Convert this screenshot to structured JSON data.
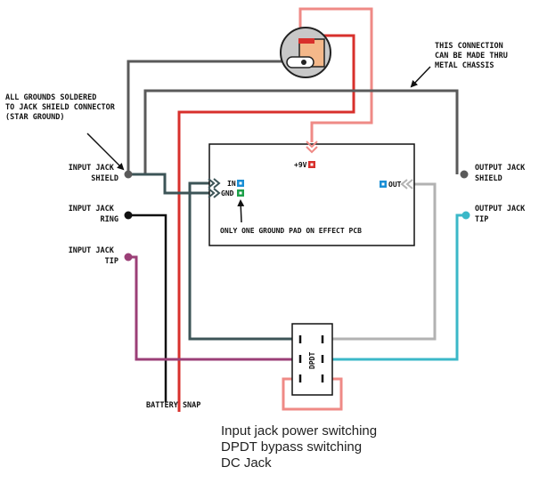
{
  "notes": {
    "all_grounds": [
      "ALL GROUNDS SOLDERED",
      "TO JACK SHIELD CONNECTOR",
      "(STAR GROUND)"
    ],
    "chassis": [
      "THIS CONNECTION",
      "CAN BE MADE THRU",
      "METAL CHASSIS"
    ],
    "ground_pad": "ONLY ONE GROUND PAD ON EFFECT PCB"
  },
  "input_jack": {
    "shield": [
      "INPUT JACK",
      "SHIELD"
    ],
    "ring": [
      "INPUT JACK",
      "RING"
    ],
    "tip": [
      "INPUT JACK",
      "TIP"
    ]
  },
  "output_jack": {
    "shield": [
      "OUTPUT JACK",
      "SHIELD"
    ],
    "tip": [
      "OUTPUT JACK",
      "TIP"
    ]
  },
  "pcb": {
    "power_label": "+9V",
    "in_label": "IN",
    "gnd_label": "GND",
    "out_label": "OUT"
  },
  "switch_label": "DPDT",
  "battery_label": "BATTERY SNAP",
  "caption": [
    "Input jack power switching",
    "DPDT bypass switching",
    "DC Jack"
  ],
  "colors": {
    "ground": "#5a5a5a",
    "battery_red": "#d8302c",
    "dc_pink": "#ef8a86",
    "input_tip": "#9b3f77",
    "output_tip": "#3bb8c8",
    "signal_dark": "#3c5457",
    "signal_light": "#b2b2b2",
    "pad_blue": "#1a8fd6",
    "pad_green": "#1ea04a",
    "pad_red": "#d8302c"
  }
}
